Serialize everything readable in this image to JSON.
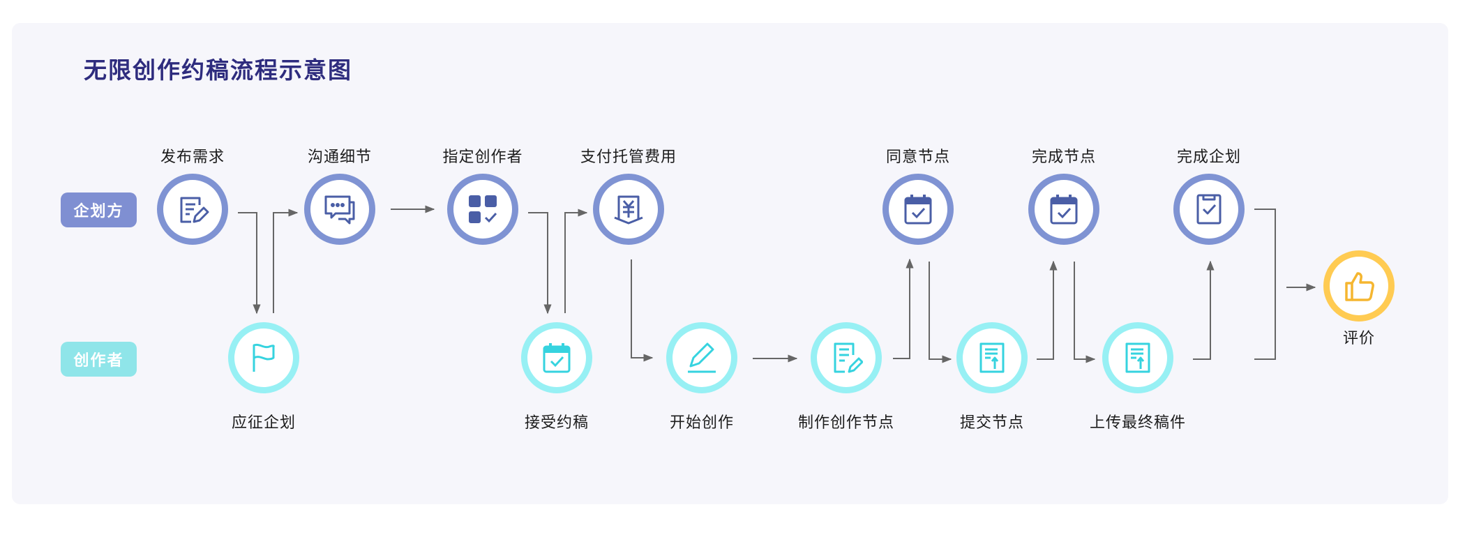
{
  "title": "无限创作约稿流程示意图",
  "roles": {
    "planner": "企划方",
    "creator": "创作者"
  },
  "steps": [
    {
      "label": "发布需求",
      "role": "planner",
      "icon": "edit-document-icon"
    },
    {
      "label": "应征企划",
      "role": "creator",
      "icon": "flag-icon"
    },
    {
      "label": "沟通细节",
      "role": "planner",
      "icon": "chat-icon"
    },
    {
      "label": "指定创作者",
      "role": "planner",
      "icon": "grid-check-icon"
    },
    {
      "label": "接受约稿",
      "role": "creator",
      "icon": "calendar-check-icon"
    },
    {
      "label": "支付托管费用",
      "role": "planner",
      "icon": "yuan-payment-icon"
    },
    {
      "label": "开始创作",
      "role": "creator",
      "icon": "pen-icon"
    },
    {
      "label": "制作创作节点",
      "role": "creator",
      "icon": "document-pen-icon"
    },
    {
      "label": "同意节点",
      "role": "planner",
      "icon": "calendar-check-icon"
    },
    {
      "label": "提交节点",
      "role": "creator",
      "icon": "document-upload-icon"
    },
    {
      "label": "完成节点",
      "role": "planner",
      "icon": "calendar-check-icon"
    },
    {
      "label": "上传最终稿件",
      "role": "creator",
      "icon": "document-upload-icon"
    },
    {
      "label": "完成企划",
      "role": "planner",
      "icon": "clipboard-check-icon"
    },
    {
      "label": "评价",
      "role": "end",
      "icon": "thumbs-up-icon"
    }
  ],
  "colors": {
    "title": "#2e2c7e",
    "planner": "#7f93d3",
    "planner_icon": "#4a5ea6",
    "creator": "#97f0f4",
    "creator_icon": "#36d3df",
    "end": "#ffcb52",
    "end_icon": "#f5b630",
    "arrow": "#666666"
  }
}
